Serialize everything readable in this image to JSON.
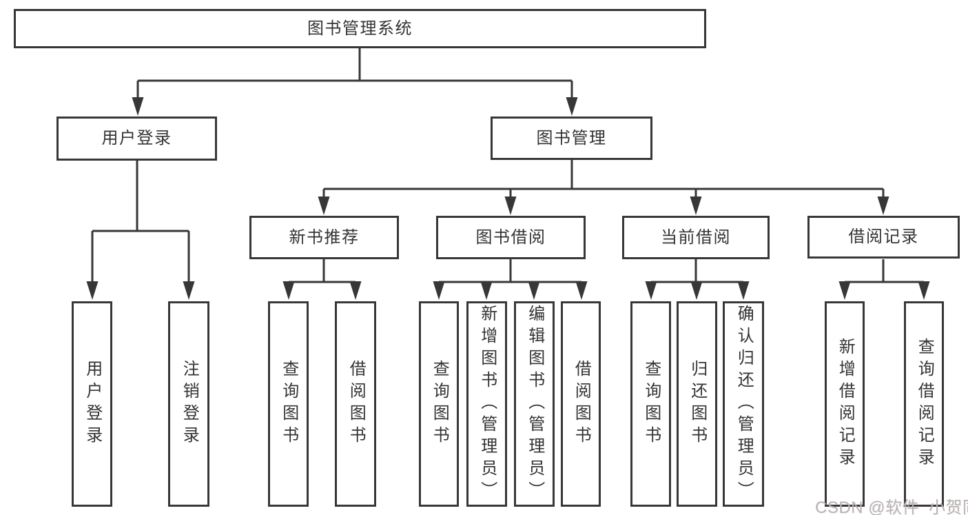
{
  "title": "图书管理系统",
  "tree": {
    "root": {
      "label": "图书管理系统",
      "children": [
        {
          "label": "用户登录",
          "children": [
            {
              "label": "用户登录"
            },
            {
              "label": "注销登录"
            }
          ]
        },
        {
          "label": "图书管理",
          "children": [
            {
              "label": "新书推荐",
              "children": [
                {
                  "label": "查询图书"
                },
                {
                  "label": "借阅图书"
                }
              ]
            },
            {
              "label": "图书借阅",
              "children": [
                {
                  "label": "查询图书"
                },
                {
                  "label": "新增图书（管理员）"
                },
                {
                  "label": "编辑图书（管理员）"
                },
                {
                  "label": "借阅图书"
                }
              ]
            },
            {
              "label": "当前借阅",
              "children": [
                {
                  "label": "查询图书"
                },
                {
                  "label": "归还图书"
                },
                {
                  "label": "确认归还（管理员）"
                }
              ]
            },
            {
              "label": "借阅记录",
              "children": [
                {
                  "label": "新增借阅记录"
                },
                {
                  "label": "查询借阅记录"
                }
              ]
            }
          ]
        }
      ]
    }
  },
  "watermark": "CSDN @软件_小贺同学",
  "colors": {
    "background": "#ffffff",
    "line": "#373737",
    "box_border": "#373737",
    "box_fill": "#ffffff",
    "text": "#333333",
    "watermark": "#b5b5b5"
  }
}
